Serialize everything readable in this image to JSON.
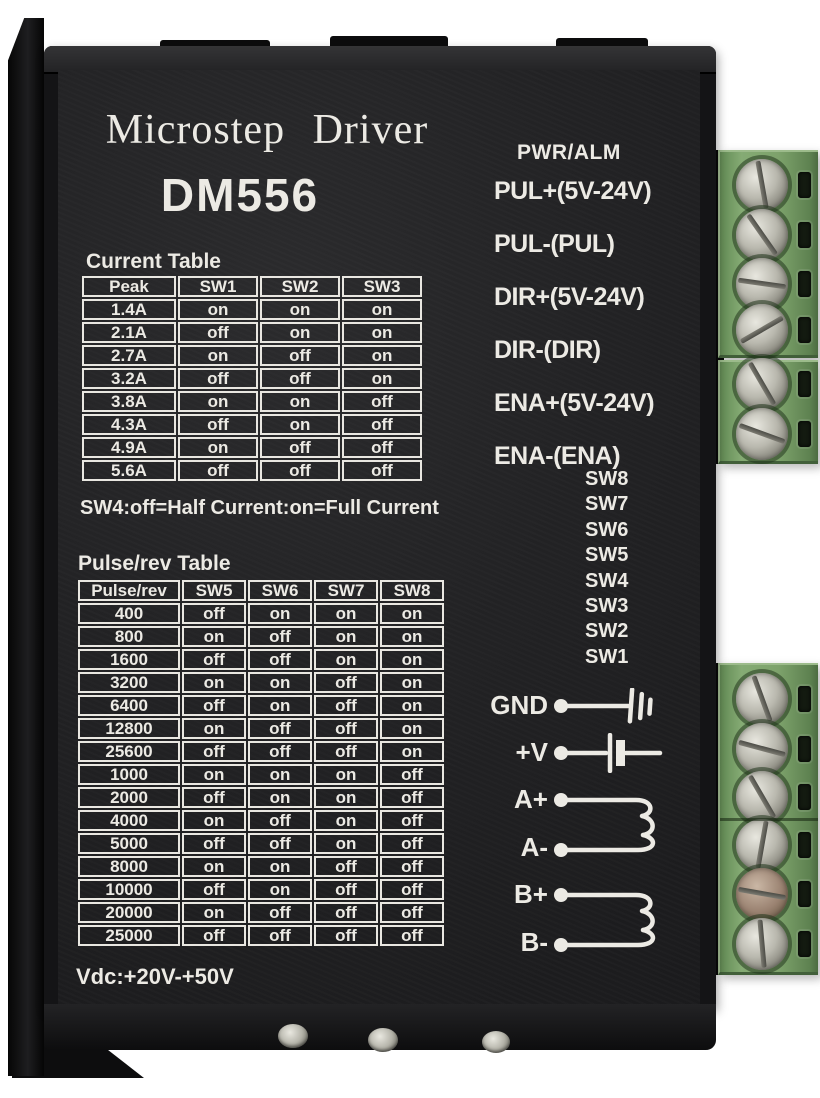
{
  "product": {
    "title": "Microstep Driver",
    "model": "DM556"
  },
  "current_table": {
    "label": "Current Table",
    "headers": [
      "Peak",
      "SW1",
      "SW2",
      "SW3"
    ],
    "rows": [
      [
        "1.4A",
        "on",
        "on",
        "on"
      ],
      [
        "2.1A",
        "off",
        "on",
        "on"
      ],
      [
        "2.7A",
        "on",
        "off",
        "on"
      ],
      [
        "3.2A",
        "off",
        "off",
        "on"
      ],
      [
        "3.8A",
        "on",
        "on",
        "off"
      ],
      [
        "4.3A",
        "off",
        "on",
        "off"
      ],
      [
        "4.9A",
        "on",
        "off",
        "off"
      ],
      [
        "5.6A",
        "off",
        "off",
        "off"
      ]
    ],
    "note": "SW4:off=Half Current:on=Full Current"
  },
  "pulse_table": {
    "label": "Pulse/rev Table",
    "headers": [
      "Pulse/rev",
      "SW5",
      "SW6",
      "SW7",
      "SW8"
    ],
    "rows": [
      [
        "400",
        "off",
        "on",
        "on",
        "on"
      ],
      [
        "800",
        "on",
        "off",
        "on",
        "on"
      ],
      [
        "1600",
        "off",
        "off",
        "on",
        "on"
      ],
      [
        "3200",
        "on",
        "on",
        "off",
        "on"
      ],
      [
        "6400",
        "off",
        "on",
        "off",
        "on"
      ],
      [
        "12800",
        "on",
        "off",
        "off",
        "on"
      ],
      [
        "25600",
        "off",
        "off",
        "off",
        "on"
      ],
      [
        "1000",
        "on",
        "on",
        "on",
        "off"
      ],
      [
        "2000",
        "off",
        "on",
        "on",
        "off"
      ],
      [
        "4000",
        "on",
        "off",
        "on",
        "off"
      ],
      [
        "5000",
        "off",
        "off",
        "on",
        "off"
      ],
      [
        "8000",
        "on",
        "on",
        "off",
        "off"
      ],
      [
        "10000",
        "off",
        "on",
        "off",
        "off"
      ],
      [
        "20000",
        "on",
        "off",
        "off",
        "off"
      ],
      [
        "25000",
        "off",
        "off",
        "off",
        "off"
      ]
    ],
    "note": "Vdc:+20V-+50V"
  },
  "right_panel": {
    "status_label": "PWR/ALM",
    "signal_labels": [
      "PUL+(5V-24V)",
      "PUL-(PUL)",
      "DIR+(5V-24V)",
      "DIR-(DIR)",
      "ENA+(5V-24V)",
      "ENA-(ENA)"
    ],
    "dip_switch_labels": [
      "SW8",
      "SW7",
      "SW6",
      "SW5",
      "SW4",
      "SW3",
      "SW2",
      "SW1"
    ],
    "power_terminal_labels": [
      "GND",
      "+V",
      "A+",
      "A-",
      "B+",
      "B-"
    ],
    "symbol_icons": [
      "ground-icon",
      "capacitor-icon",
      "coil-a-icon",
      "coil-b-icon"
    ]
  },
  "colors": {
    "terminal_green": "#7da26b",
    "body_black": "#1d1d1f",
    "print_white": "#eceae4"
  }
}
